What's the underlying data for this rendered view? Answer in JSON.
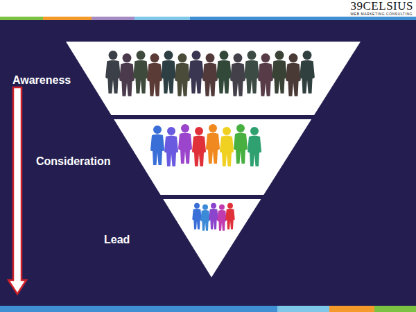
{
  "diagram": {
    "nodes": [
      {
        "text": [
          "Awareness"
        ]
      },
      {
        "text": [
          "Consideration"
        ]
      },
      {
        "text": [
          "Lead"
        ]
      }
    ],
    "labels": [
      "39CELSIUS",
      "WEB MARKETING CONSULTING"
    ]
  }
}
